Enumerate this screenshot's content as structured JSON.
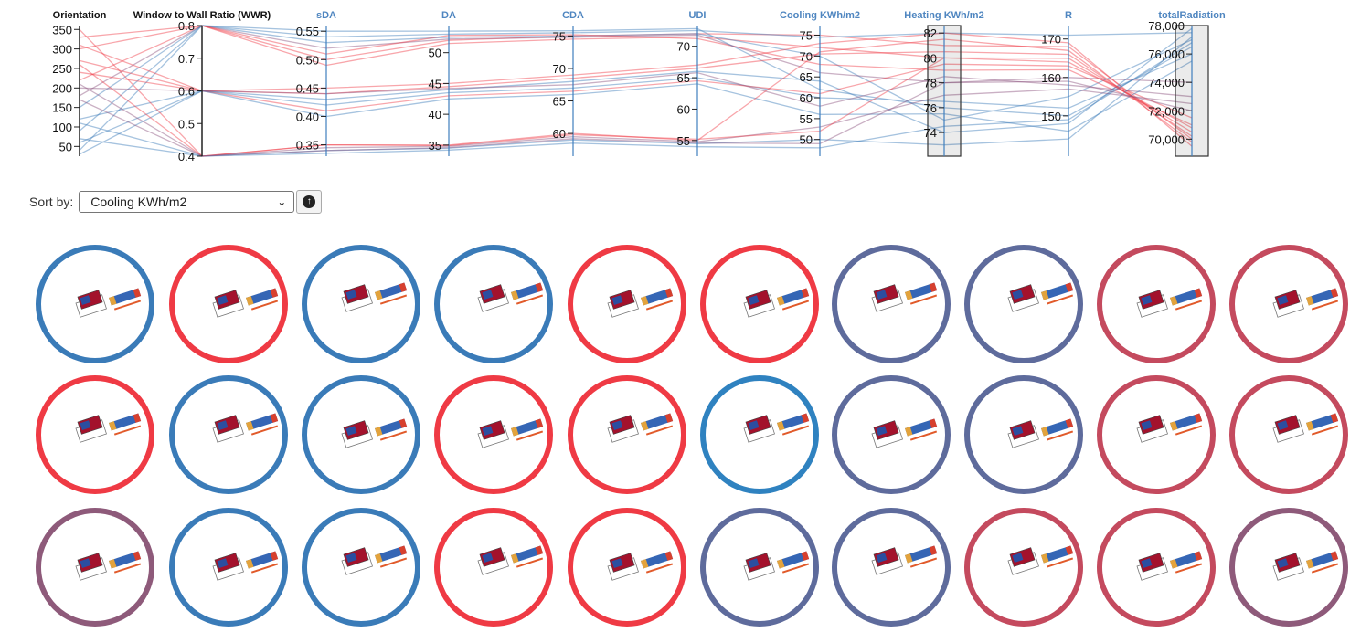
{
  "chart_data": {
    "type": "parallel_coordinates",
    "axes": [
      {
        "key": "orientation",
        "label": "Orientation",
        "title_color": "#111111",
        "domain": [
          25,
          360
        ],
        "ticks": [
          50,
          100,
          150,
          200,
          250,
          300,
          350
        ],
        "tick_labels": [
          "50",
          "100",
          "150",
          "200",
          "250",
          "300",
          "350"
        ]
      },
      {
        "key": "wwr",
        "label": "Window to Wall Ratio (WWR)",
        "title_color": "#111111",
        "domain": [
          0.4,
          0.8
        ],
        "ticks": [
          0.4,
          0.5,
          0.6,
          0.7,
          0.8
        ],
        "tick_labels": [
          "0.4",
          "0.5",
          "0.6",
          "0.7",
          "0.8"
        ]
      },
      {
        "key": "sda",
        "label": "sDA",
        "title_color": "#4f86c0",
        "domain": [
          0.33,
          0.56
        ],
        "ticks": [
          0.35,
          0.4,
          0.45,
          0.5,
          0.55
        ],
        "tick_labels": [
          "0.35",
          "0.40",
          "0.45",
          "0.50",
          "0.55"
        ]
      },
      {
        "key": "da",
        "label": "DA",
        "title_color": "#4f86c0",
        "domain": [
          33.2,
          54.4
        ],
        "ticks": [
          35,
          40,
          45,
          50
        ],
        "tick_labels": [
          "35",
          "40",
          "45",
          "50"
        ]
      },
      {
        "key": "cda",
        "label": "CDA",
        "title_color": "#4f86c0",
        "domain": [
          56.5,
          76.6
        ],
        "ticks": [
          60,
          65,
          70,
          75
        ],
        "tick_labels": [
          "60",
          "65",
          "70",
          "75"
        ]
      },
      {
        "key": "udi",
        "label": "UDI",
        "title_color": "#4f86c0",
        "domain": [
          52.5,
          73.3
        ],
        "ticks": [
          55,
          60,
          65,
          70
        ],
        "tick_labels": [
          "55",
          "60",
          "65",
          "70"
        ]
      },
      {
        "key": "cooling",
        "label": "Cooling KWh/m2",
        "title_color": "#4f86c0",
        "domain": [
          46,
          77.3
        ],
        "ticks": [
          50,
          55,
          60,
          65,
          70,
          75
        ],
        "tick_labels": [
          "50",
          "55",
          "60",
          "65",
          "70",
          "75"
        ]
      },
      {
        "key": "heating",
        "label": "Heating KWh/m2",
        "title_color": "#4f86c0",
        "domain": [
          72.1,
          82.6
        ],
        "ticks": [
          74,
          76,
          78,
          80,
          82
        ],
        "tick_labels": [
          "74",
          "76",
          "78",
          "80",
          "82"
        ],
        "brushed": true
      },
      {
        "key": "r",
        "label": "R",
        "title_color": "#4f86c0",
        "domain": [
          139.5,
          173.5
        ],
        "ticks": [
          150,
          160,
          170
        ],
        "tick_labels": [
          "150",
          "160",
          "170"
        ]
      },
      {
        "key": "radiation",
        "label": "totalRadiation",
        "title_color": "#4f86c0",
        "domain": [
          68800,
          78000
        ],
        "ticks": [
          70000,
          72000,
          74000,
          76000,
          78000
        ],
        "tick_labels": [
          "70,000",
          "72,000",
          "74,000",
          "76,000",
          "78,000"
        ],
        "brushed": true
      }
    ],
    "series_colors": {
      "blue": "#3a7bb8",
      "red": "#ef3a44",
      "purple": "#8a4f7d"
    },
    "lines": [
      {
        "color": "red",
        "values": [
          330,
          0.8,
          0.5,
          52.0,
          75.0,
          72.0,
          75.0,
          81.0,
          168,
          70000
        ]
      },
      {
        "color": "red",
        "values": [
          300,
          0.8,
          0.49,
          51.5,
          74.5,
          71.5,
          72.0,
          80.0,
          165,
          70500
        ]
      },
      {
        "color": "blue",
        "values": [
          40,
          0.8,
          0.54,
          53.0,
          75.5,
          72.5,
          74.5,
          82.0,
          171,
          77500
        ]
      },
      {
        "color": "blue",
        "values": [
          90,
          0.8,
          0.53,
          52.5,
          75.0,
          72.0,
          70.0,
          75.0,
          155,
          77000
        ]
      },
      {
        "color": "purple",
        "values": [
          180,
          0.8,
          0.52,
          52.2,
          74.8,
          71.8,
          66.0,
          78.0,
          160,
          74000
        ]
      },
      {
        "color": "red",
        "values": [
          220,
          0.8,
          0.51,
          52.8,
          75.2,
          71.2,
          68.0,
          79.0,
          162,
          71000
        ]
      },
      {
        "color": "blue",
        "values": [
          150,
          0.8,
          0.55,
          53.5,
          75.8,
          72.8,
          62.0,
          76.0,
          150,
          76500
        ]
      },
      {
        "color": "red",
        "values": [
          270,
          0.6,
          0.45,
          45.0,
          69.0,
          67.0,
          73.0,
          82.0,
          169,
          69500
        ]
      },
      {
        "color": "red",
        "values": [
          240,
          0.6,
          0.44,
          44.5,
          68.5,
          66.5,
          70.5,
          80.5,
          166,
          70200
        ]
      },
      {
        "color": "blue",
        "values": [
          60,
          0.6,
          0.43,
          44.0,
          68.0,
          66.0,
          64.0,
          74.0,
          148,
          77800
        ]
      },
      {
        "color": "blue",
        "values": [
          120,
          0.6,
          0.42,
          43.5,
          67.0,
          65.0,
          60.0,
          76.5,
          152,
          76000
        ]
      },
      {
        "color": "purple",
        "values": [
          200,
          0.6,
          0.44,
          44.2,
          67.5,
          65.8,
          58.0,
          78.5,
          158,
          73000
        ]
      },
      {
        "color": "red",
        "values": [
          310,
          0.6,
          0.41,
          43.0,
          66.5,
          64.5,
          61.0,
          79.5,
          163,
          71500
        ]
      },
      {
        "color": "blue",
        "values": [
          30,
          0.6,
          0.4,
          42.5,
          66.0,
          64.0,
          56.0,
          75.5,
          146,
          75500
        ]
      },
      {
        "color": "red",
        "values": [
          350,
          0.4,
          0.35,
          35.0,
          60.0,
          55.0,
          71.0,
          81.5,
          167,
          69800
        ]
      },
      {
        "color": "purple",
        "values": [
          170,
          0.4,
          0.345,
          34.8,
          59.5,
          54.8,
          53.0,
          77.0,
          157,
          72500
        ]
      },
      {
        "color": "blue",
        "values": [
          70,
          0.4,
          0.34,
          34.5,
          59.0,
          54.5,
          50.0,
          73.0,
          144,
          77200
        ]
      },
      {
        "color": "blue",
        "values": [
          110,
          0.4,
          0.335,
          34.2,
          58.5,
          54.0,
          48.0,
          74.5,
          149,
          76800
        ]
      },
      {
        "color": "red",
        "values": [
          260,
          0.4,
          0.35,
          34.9,
          59.8,
          55.2,
          52.0,
          80.0,
          164,
          70800
        ]
      },
      {
        "color": "purple",
        "values": [
          210,
          0.4,
          0.34,
          34.6,
          59.2,
          54.6,
          49.0,
          78.0,
          159,
          72000
        ]
      }
    ]
  },
  "sort": {
    "label": "Sort by:",
    "selected": "Cooling KWh/m2",
    "direction_icon": "arrow-up-circle-icon"
  },
  "thumbnails": [
    [
      "#3a7bb8",
      "#ef3a44",
      "#3a7bb8",
      "#3a7bb8",
      "#ef3a44",
      "#ef3a44",
      "#5e6b9c",
      "#5e6b9c",
      "#c44a5e",
      "#c44a5e"
    ],
    [
      "#ef3a44",
      "#3a7bb8",
      "#3a7bb8",
      "#ef3a44",
      "#ef3a44",
      "#2f82c0",
      "#5e6b9c",
      "#5e6b9c",
      "#c44a5e",
      "#c44a5e"
    ],
    [
      "#8e5a7a",
      "#3a7bb8",
      "#3a7bb8",
      "#ef3a44",
      "#ef3a44",
      "#5e6b9c",
      "#5e6b9c",
      "#c44a5e",
      "#c44a5e",
      "#8e5a7a"
    ]
  ]
}
